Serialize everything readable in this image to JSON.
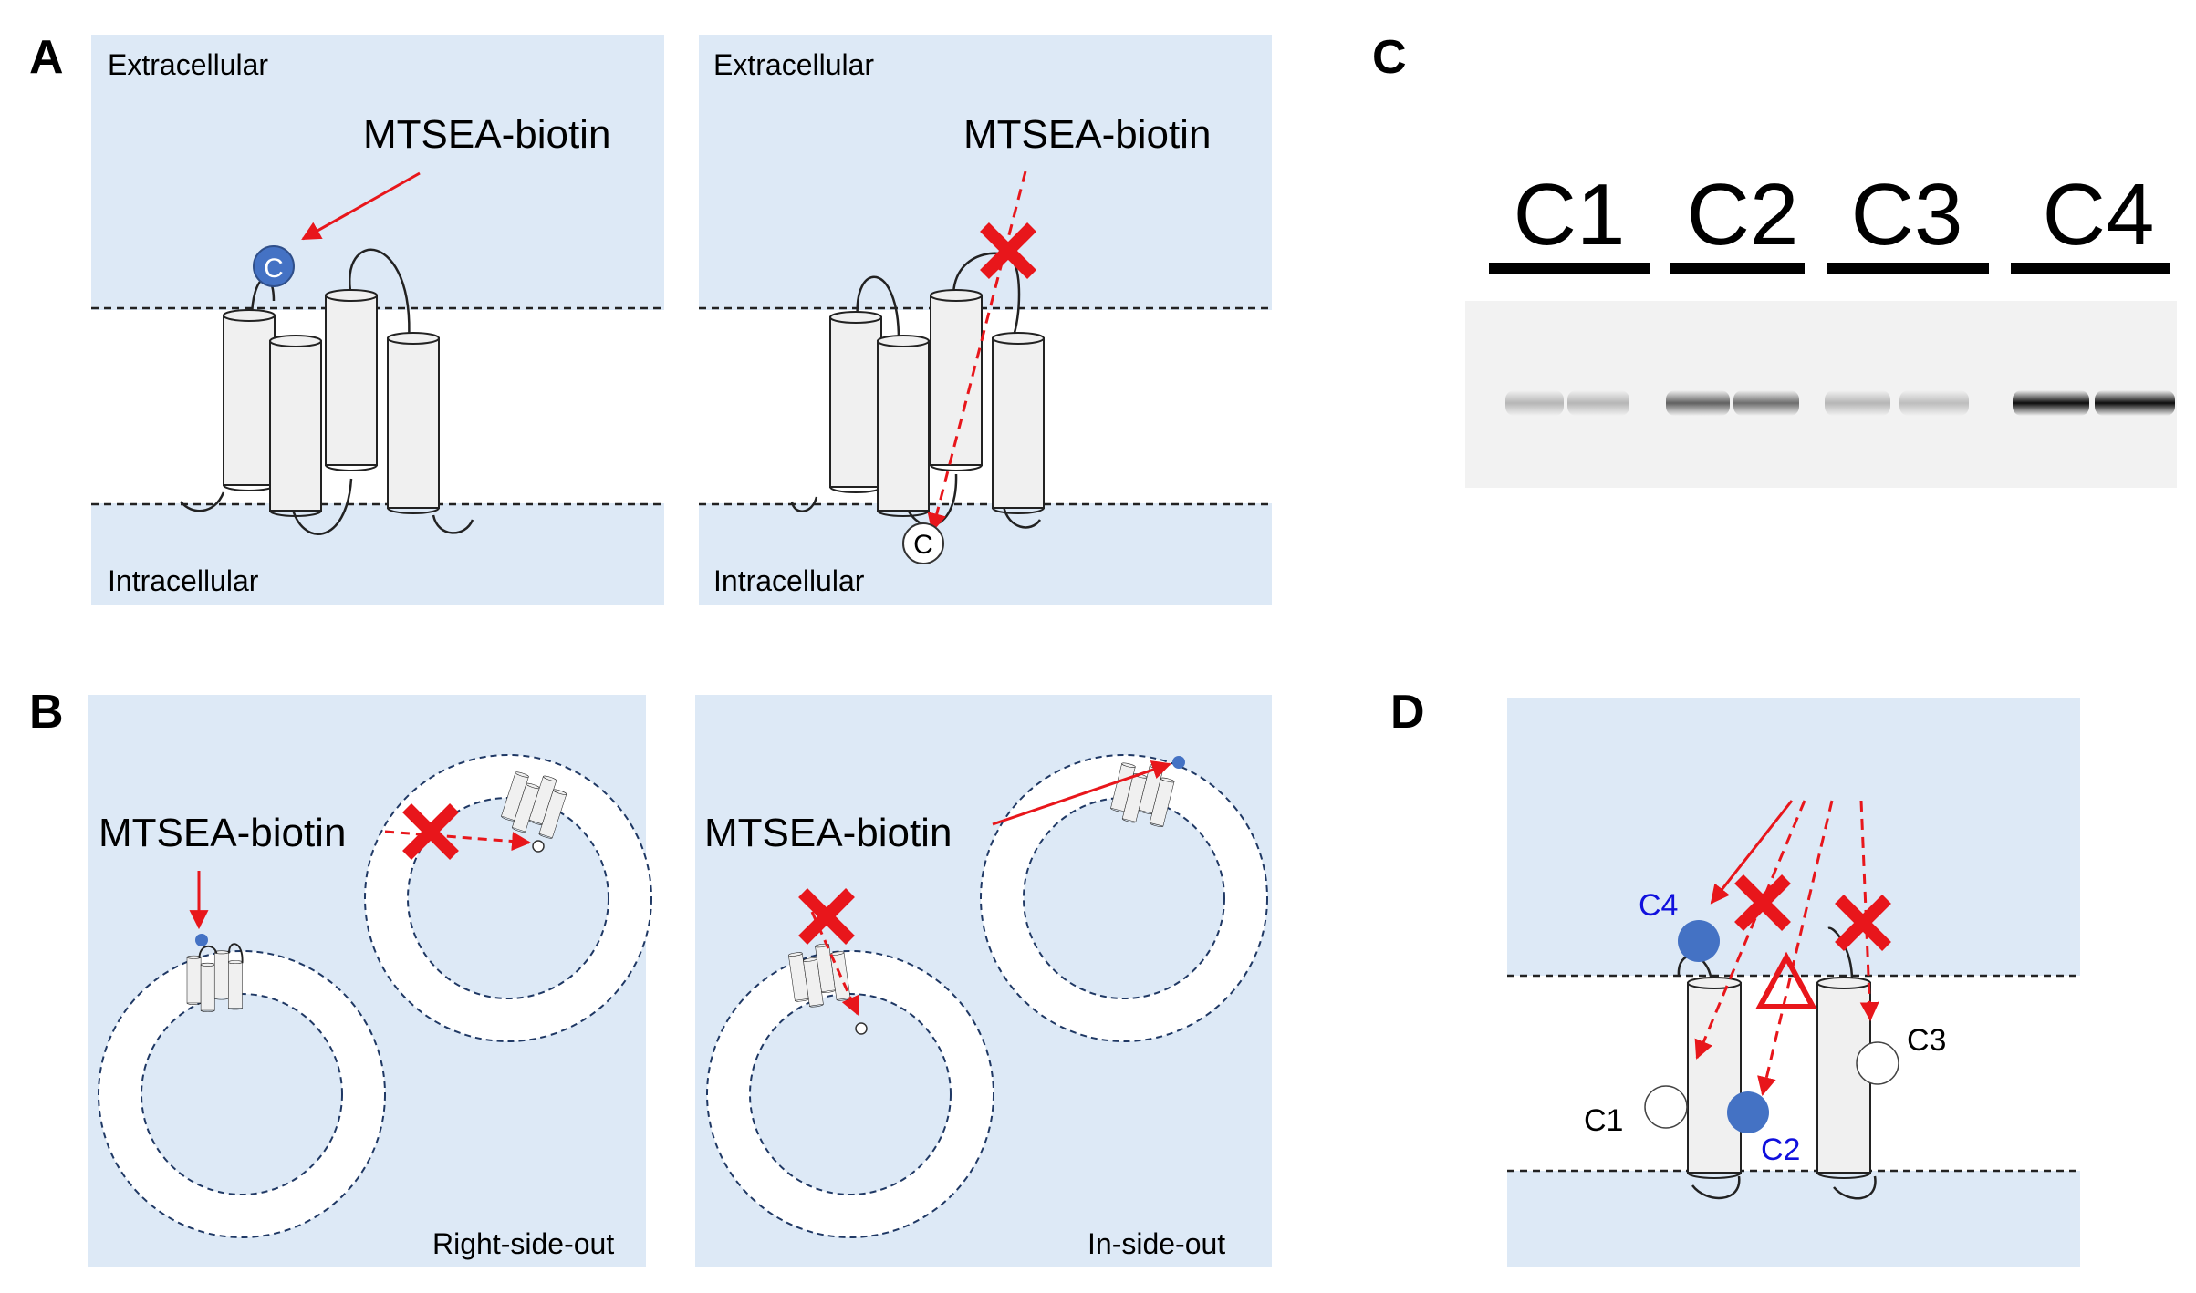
{
  "colors": {
    "panel_bg": "#dde9f6",
    "red": "#e8161b",
    "cys_labeled": "#4472c4",
    "dashed_line": "#1f3864",
    "helix_fill": "#f0f0f0",
    "text": "#000000",
    "blue_text": "#1010dd"
  },
  "panel_letters": {
    "a": "A",
    "b": "B",
    "c": "C",
    "d": "D"
  },
  "panelA": {
    "left": {
      "top_label": "Extracellular",
      "bottom_label": "Intracellular",
      "reagent": "MTSEA-biotin",
      "cys": "C"
    },
    "right": {
      "top_label": "Extracellular",
      "bottom_label": "Intracellular",
      "reagent": "MTSEA-biotin",
      "cys": "C"
    }
  },
  "panelB": {
    "left": {
      "reagent": "MTSEA-biotin",
      "caption": "Right-side-out",
      "cys": "C"
    },
    "right": {
      "reagent": "MTSEA-biotin",
      "caption": "In-side-out",
      "cys": "C"
    }
  },
  "panelC": {
    "lanes": [
      "C1",
      "C2",
      "C3",
      "C4"
    ],
    "band_intensity": [
      0.25,
      0.25,
      0.6,
      0.55,
      0.25,
      0.22,
      0.95,
      0.95
    ]
  },
  "panelD": {
    "labels": {
      "c1": "C1",
      "c2": "C2",
      "c3": "C3",
      "c4": "C4"
    }
  },
  "icons": [
    "transmembrane-helix-icon",
    "cross-mark-icon",
    "triangle-warning-icon",
    "vesicle-icon"
  ]
}
